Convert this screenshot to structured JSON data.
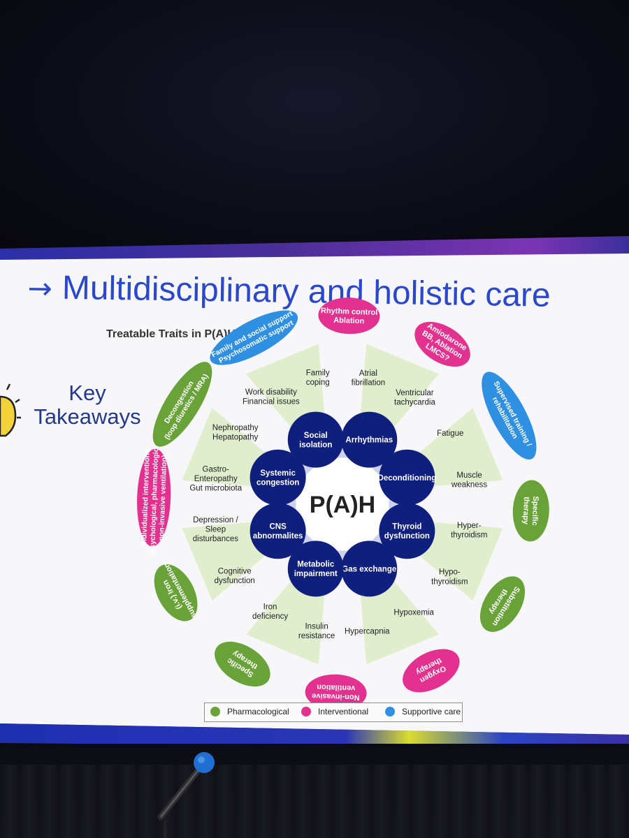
{
  "slide": {
    "title_arrow": "→",
    "title": "Multidisciplinary and holistic care",
    "subtitle": "Treatable Traits in P(A)H",
    "key_takeaways": [
      "Key",
      "Takeaways"
    ],
    "center_label": "P(A)H"
  },
  "domains": [
    {
      "lines": [
        "Social",
        "isolation"
      ]
    },
    {
      "lines": [
        "Arrhythmias"
      ]
    },
    {
      "lines": [
        "Deconditioning"
      ]
    },
    {
      "lines": [
        "Thyroid",
        "dysfunction"
      ]
    },
    {
      "lines": [
        "Gas exchange"
      ]
    },
    {
      "lines": [
        "Metabolic",
        "impairment"
      ]
    },
    {
      "lines": [
        "CNS",
        "abnormalites"
      ]
    },
    {
      "lines": [
        "Systemic",
        "congestion"
      ]
    }
  ],
  "traits": [
    {
      "lines": [
        "Family",
        "coping"
      ]
    },
    {
      "lines": [
        "Atrial",
        "fibrillation"
      ]
    },
    {
      "lines": [
        "Ventricular",
        "tachycardia"
      ]
    },
    {
      "lines": [
        "Fatigue"
      ]
    },
    {
      "lines": [
        "Muscle",
        "weakness"
      ]
    },
    {
      "lines": [
        "Hyper-",
        "thyroidism"
      ]
    },
    {
      "lines": [
        "Hypo-",
        "thyroidism"
      ]
    },
    {
      "lines": [
        "Hypoxemia"
      ]
    },
    {
      "lines": [
        "Hypercapnia"
      ]
    },
    {
      "lines": [
        "Insulin",
        "resistance"
      ]
    },
    {
      "lines": [
        "Iron",
        "deficiency"
      ]
    },
    {
      "lines": [
        "Cognitive",
        "dysfunction"
      ]
    },
    {
      "lines": [
        "Depression /",
        "Sleep",
        "disturbances"
      ]
    },
    {
      "lines": [
        "Gastro-",
        "Enteropathy",
        "Gut microbiota"
      ]
    },
    {
      "lines": [
        "Nephropathy",
        "Hepatopathy"
      ]
    },
    {
      "lines": [
        "Work disability",
        "Financial issues"
      ]
    }
  ],
  "therapies": [
    {
      "type": "supportive",
      "lines": [
        "Family and social support",
        "Psychosomatic support"
      ]
    },
    {
      "type": "interventional",
      "lines": [
        "Rhythm control",
        "Ablation"
      ]
    },
    {
      "type": "interventional",
      "lines": [
        "Amiodarone",
        "BB, Ablation",
        "LMCS?"
      ]
    },
    {
      "type": "supportive",
      "lines": [
        "Supervised training /",
        "rehabilitation"
      ]
    },
    {
      "type": "pharmacological",
      "lines": [
        "Specific",
        "therapy"
      ]
    },
    {
      "type": "pharmacological",
      "lines": [
        "Substitution",
        "therapy"
      ]
    },
    {
      "type": "interventional",
      "lines": [
        "Oxygen",
        "therapy"
      ]
    },
    {
      "type": "interventional",
      "lines": [
        "Non-invasive",
        "ventilation"
      ]
    },
    {
      "type": "pharmacological",
      "lines": [
        "Specific",
        "therapy"
      ]
    },
    {
      "type": "pharmacological",
      "lines": [
        "(i.v.) Iron",
        "supplementation"
      ]
    },
    {
      "type": "interventional",
      "lines": [
        "Individualized interventions",
        "(psychological, pharmacological,",
        "non-invasive ventilation)"
      ]
    },
    {
      "type": "pharmacological",
      "lines": [
        "Decongestion",
        "(loop diuretics / MRA)"
      ]
    }
  ],
  "legend": [
    {
      "label": "Pharmacological",
      "color": "#6aa23a"
    },
    {
      "label": "Interventional",
      "color": "#e2318e"
    },
    {
      "label": "Supportive care",
      "color": "#2f8fe0"
    }
  ],
  "colors": {
    "domain_circle": "#0f1f7e",
    "pharmacological": "#6aa23a",
    "interventional": "#e2318e",
    "supportive": "#2f8fe0",
    "sector_fill": "#d9ebbf",
    "title": "#2a48c9"
  }
}
